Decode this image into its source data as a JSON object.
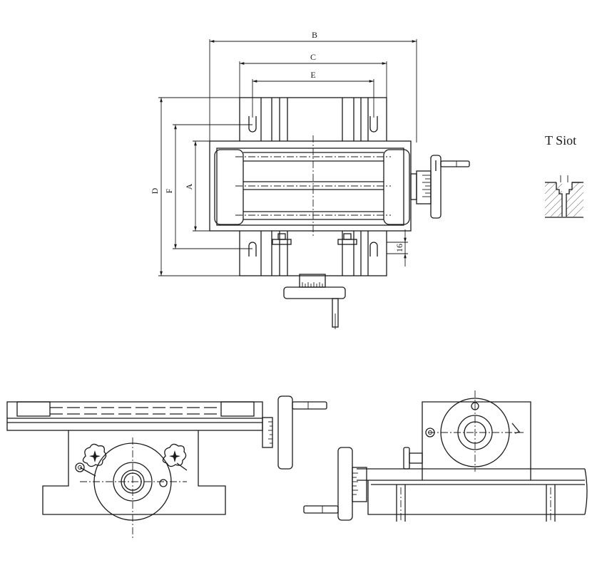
{
  "title": "T Siot",
  "dimensions": {
    "a": "A",
    "b": "B",
    "c": "C",
    "d": "D",
    "e": "E",
    "f": "F",
    "slot": "16"
  },
  "icons": [
    "slot-section-icon",
    "handwheel-icon",
    "handle-icon",
    "star-knob-icon"
  ]
}
